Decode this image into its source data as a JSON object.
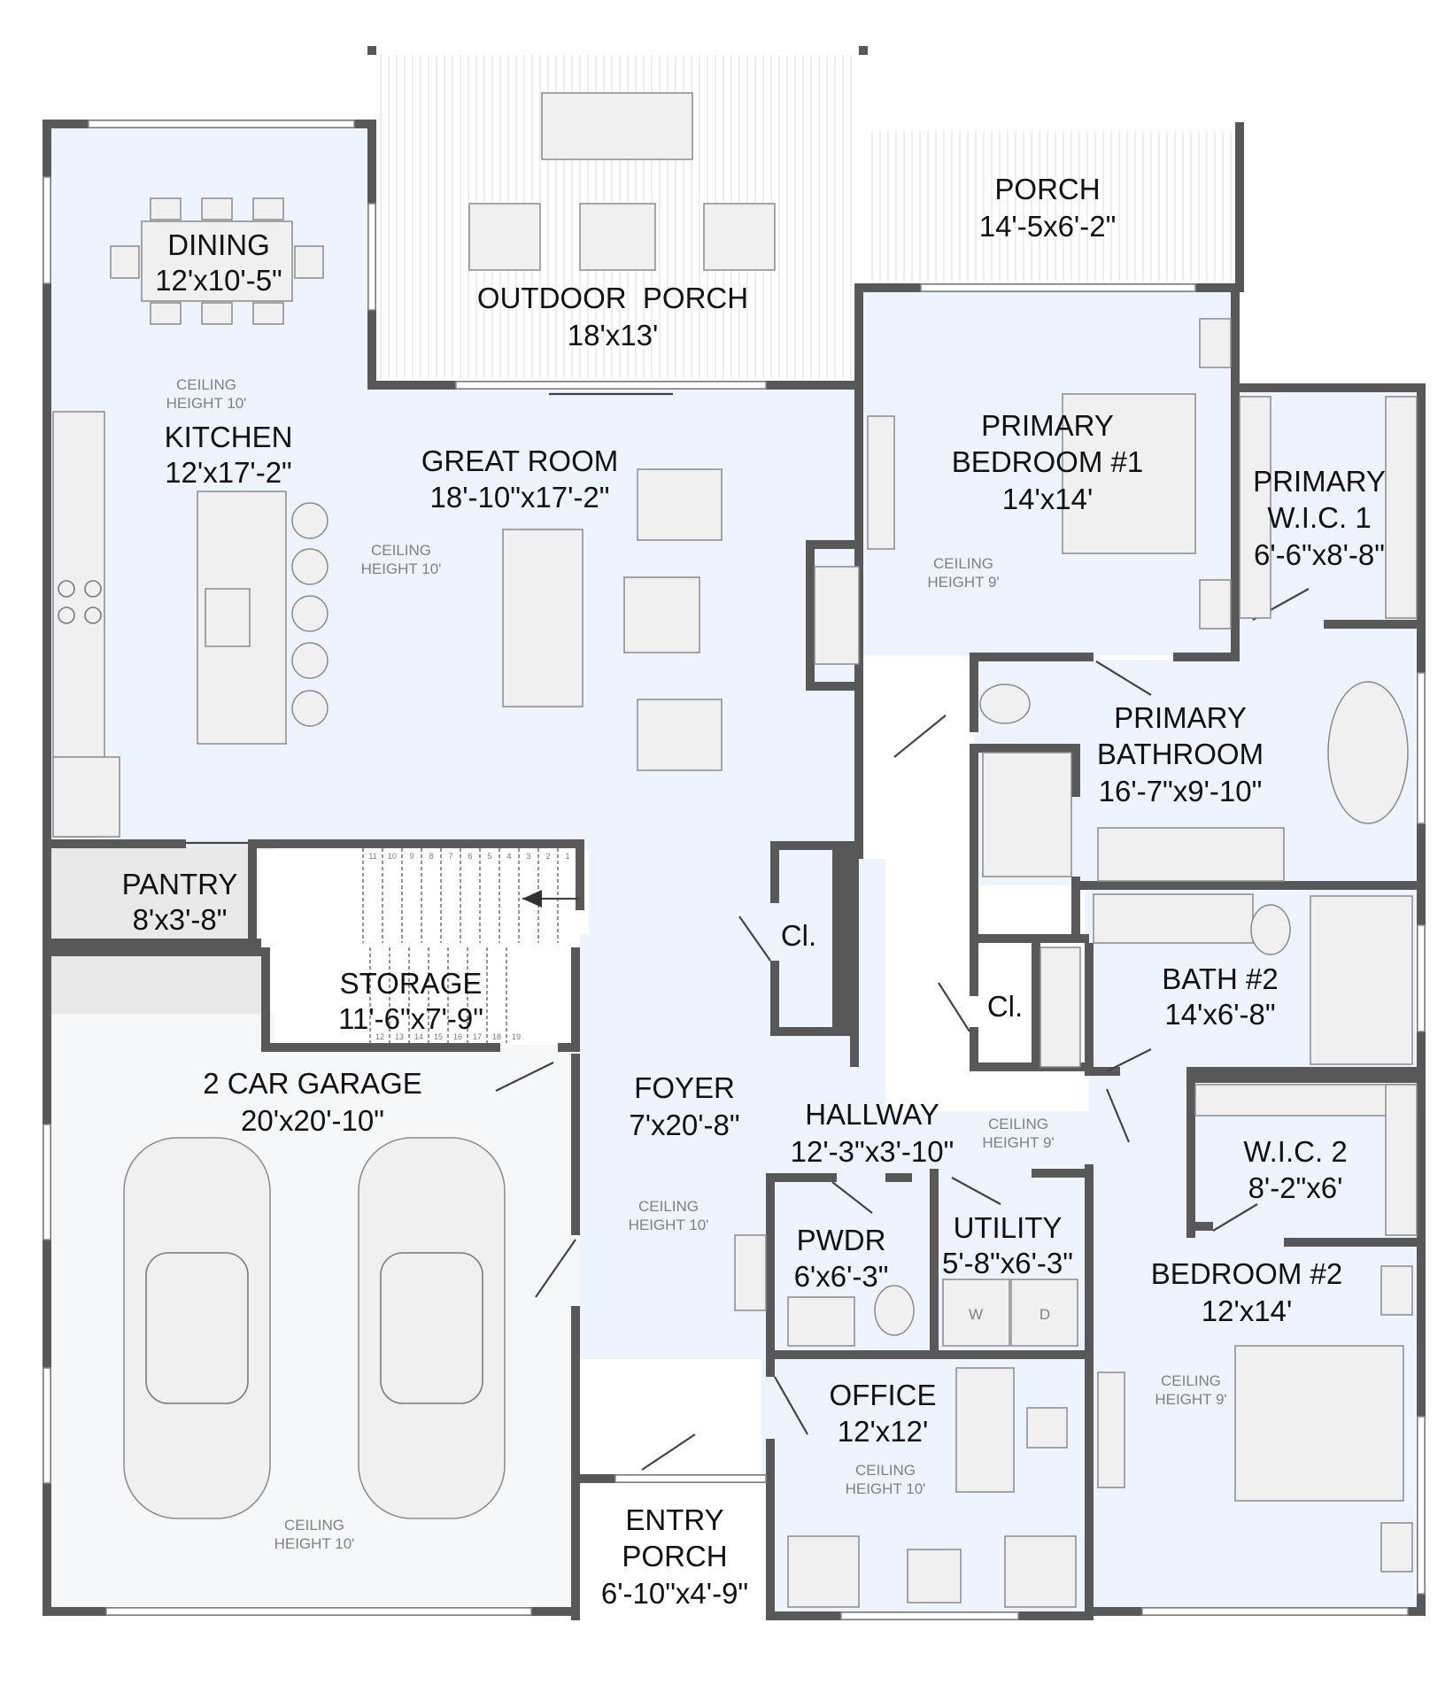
{
  "rooms": {
    "dining": {
      "name": "DINING",
      "size": "12'x10'-5\""
    },
    "outdoor_porch": {
      "name": "OUTDOOR  PORCH",
      "size": "18'x13'"
    },
    "porch": {
      "name": "PORCH",
      "size": "14'-5x6'-2\""
    },
    "kitchen": {
      "name": "KITCHEN",
      "size": "12'x17'-2\""
    },
    "great_room": {
      "name": "GREAT ROOM",
      "size": "18'-10\"x17'-2\""
    },
    "primary_bedroom": {
      "name1": "PRIMARY",
      "name2": "BEDROOM #1",
      "size": "14'x14'"
    },
    "primary_wic": {
      "name1": "PRIMARY",
      "name2": "W.I.C. 1",
      "size": "6'-6\"x8'-8\""
    },
    "primary_bathroom": {
      "name1": "PRIMARY",
      "name2": "BATHROOM",
      "size": "16'-7\"x9'-10\""
    },
    "pantry": {
      "name": "PANTRY",
      "size": "8'x3'-8\""
    },
    "storage": {
      "name": "STORAGE",
      "size": "11'-6\"x7'-9\""
    },
    "closet_1": {
      "name": "Cl."
    },
    "closet_2": {
      "name": "Cl."
    },
    "bath_2": {
      "name": "BATH #2",
      "size": "14'x6'-8\""
    },
    "garage": {
      "name": "2 CAR GARAGE",
      "size": "20'x20'-10\""
    },
    "foyer": {
      "name": "FOYER",
      "size": "7'x20'-8\""
    },
    "hallway": {
      "name": "HALLWAY",
      "size": "12'-3\"x3'-10\""
    },
    "wic_2": {
      "name": "W.I.C. 2",
      "size": "8'-2\"x6'"
    },
    "pwdr": {
      "name": "PWDR",
      "size": "6'x6'-3\""
    },
    "utility": {
      "name": "UTILITY",
      "size": "5'-8\"x6'-3\""
    },
    "bedroom_2": {
      "name": "BEDROOM #2",
      "size": "12'x14'"
    },
    "office": {
      "name": "OFFICE",
      "size": "12'x12'"
    },
    "entry_porch": {
      "name1": "ENTRY",
      "name2": "PORCH",
      "size": "6'-10\"x4'-9\""
    }
  },
  "ceiling": {
    "label": "CEILING",
    "h10": "HEIGHT 10'",
    "h9": "HEIGHT 9'"
  },
  "appliances": {
    "washer": "W",
    "dryer": "D"
  },
  "stair_numbers": {
    "upper": [
      "11",
      "10",
      "9",
      "8",
      "7",
      "6",
      "5",
      "4",
      "3",
      "2",
      "1"
    ],
    "lower": [
      "12",
      "13",
      "14",
      "15",
      "16",
      "17",
      "18",
      "19"
    ]
  },
  "colors": {
    "interior": "#eef4fd",
    "wall": "#585858",
    "garage": "#f6f7f9",
    "service": "#e9e9e9"
  }
}
